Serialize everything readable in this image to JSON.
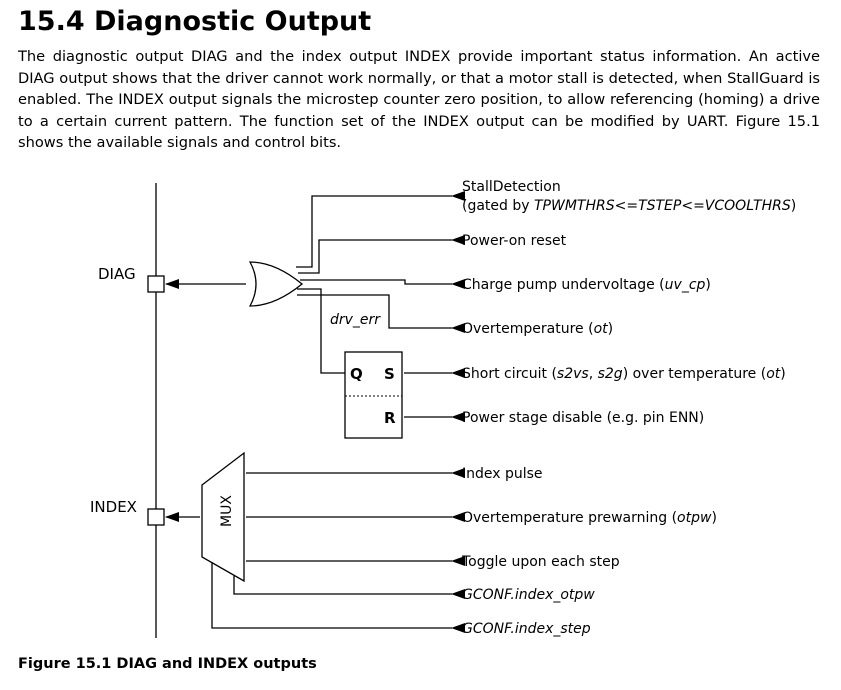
{
  "section": {
    "title": "15.4 Diagnostic Output",
    "body": "The diagnostic output DIAG and the index output INDEX provide important status information. An active DIAG output shows that the driver cannot work normally, or that a motor stall is detected, when StallGuard is enabled. The INDEX output signals the microstep counter zero position, to allow referencing (homing) a drive to a certain current pattern. The function set of the INDEX output can be modified by UART. Figure 15.1 shows the available signals and control bits."
  },
  "figure": {
    "caption": "Figure 15.1 DIAG and INDEX outputs",
    "pins": {
      "diag": "DIAG",
      "index": "INDEX"
    },
    "internal": {
      "drv_err": "drv_err",
      "mux": "MUX",
      "q": "Q",
      "s": "S",
      "r": "R"
    },
    "signals": {
      "stall_line1": "StallDetection",
      "stall_line2_prefix": "(gated by ",
      "stall_line2_italic": "TPWMTHRS<=TSTEP<=VCOOLTHRS",
      "stall_line2_suffix": ")",
      "power_on": "Power-on reset",
      "charge_pump_prefix": "Charge pump undervoltage (",
      "charge_pump_italic": "uv_cp",
      "charge_pump_suffix": ")",
      "overtemp_prefix": "Overtemperature (",
      "overtemp_italic": "ot",
      "overtemp_suffix": ")",
      "short_a": "Short circuit (",
      "short_b": "s2vs",
      "short_c": ", ",
      "short_d": "s2g",
      "short_e": ") over temperature (",
      "short_f": "ot",
      "short_g": ")",
      "power_stage": "Power stage disable (e.g. pin ENN)",
      "index_pulse": "Index pulse",
      "prewarn_prefix": "Overtemperature prewarning (",
      "prewarn_italic": "otpw",
      "prewarn_suffix": ")",
      "toggle": "Toggle upon each step",
      "gconf_otpw": "GCONF.index_otpw",
      "gconf_step": "GCONF.index_step"
    }
  }
}
